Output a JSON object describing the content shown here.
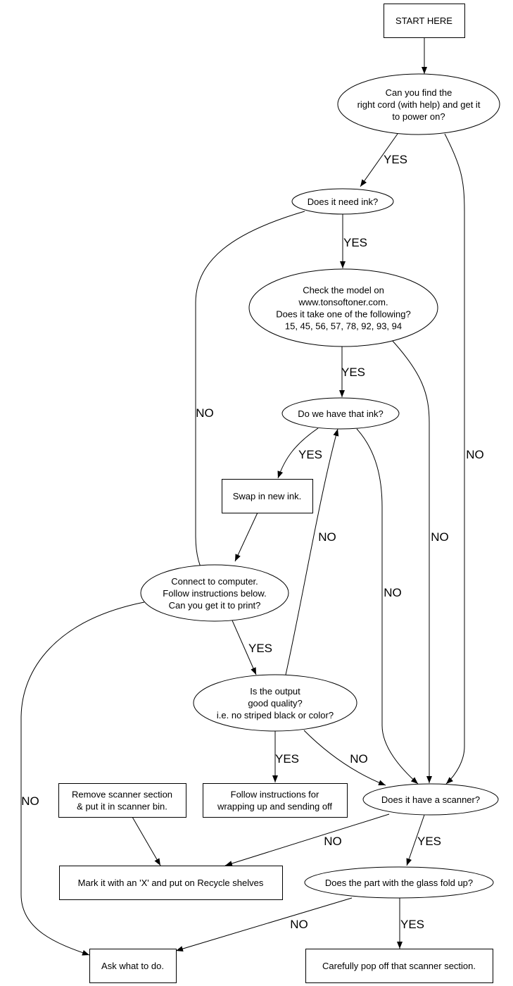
{
  "diagram": {
    "nodes": [
      {
        "id": "start",
        "shape": "box",
        "lines": [
          "START HERE"
        ]
      },
      {
        "id": "q1",
        "shape": "ellipse",
        "lines": [
          "Can you find the",
          "right cord (with help) and get it",
          "to power on?"
        ]
      },
      {
        "id": "ink",
        "shape": "ellipse",
        "lines": [
          "Does it need ink?"
        ]
      },
      {
        "id": "model",
        "shape": "ellipse",
        "lines": [
          "Check the model on",
          "www.tonsoftoner.com.",
          "Does it take one of the following?",
          "15, 45, 56, 57, 78, 92, 93, 94"
        ]
      },
      {
        "id": "haveink",
        "shape": "ellipse",
        "lines": [
          "Do we have that ink?"
        ]
      },
      {
        "id": "swap",
        "shape": "box",
        "lines": [
          "Swap in new ink."
        ]
      },
      {
        "id": "connect",
        "shape": "ellipse",
        "lines": [
          "Connect to computer.",
          "Follow instructions below.",
          "Can you get it to print?"
        ]
      },
      {
        "id": "quality",
        "shape": "ellipse",
        "lines": [
          "Is the output",
          "good quality?",
          "i.e. no striped black or color?"
        ]
      },
      {
        "id": "follow",
        "shape": "box",
        "lines": [
          "Follow instructions for",
          "wrapping up and sending off"
        ]
      },
      {
        "id": "remove",
        "shape": "box",
        "lines": [
          "Remove scanner section",
          "& put it in scanner bin."
        ]
      },
      {
        "id": "scanner",
        "shape": "ellipse",
        "lines": [
          "Does it have a scanner?"
        ]
      },
      {
        "id": "mark",
        "shape": "box",
        "lines": [
          "Mark it with an 'X' and put on Recycle shelves"
        ]
      },
      {
        "id": "glass",
        "shape": "ellipse",
        "lines": [
          "Does the part with the glass fold up?"
        ]
      },
      {
        "id": "ask",
        "shape": "box",
        "lines": [
          "Ask what to do."
        ]
      },
      {
        "id": "carefully",
        "shape": "box",
        "lines": [
          "Carefully pop off that scanner section."
        ]
      }
    ],
    "edges": [
      {
        "from": "start",
        "to": "q1",
        "label": ""
      },
      {
        "from": "q1",
        "to": "ink",
        "label": "YES"
      },
      {
        "from": "q1",
        "to": "scanner",
        "label": "NO"
      },
      {
        "from": "ink",
        "to": "model",
        "label": "YES"
      },
      {
        "from": "ink",
        "to": "connect",
        "label": "NO"
      },
      {
        "from": "model",
        "to": "haveink",
        "label": "YES"
      },
      {
        "from": "model",
        "to": "scanner",
        "label": "NO"
      },
      {
        "from": "haveink",
        "to": "swap",
        "label": "YES"
      },
      {
        "from": "haveink",
        "to": "scanner",
        "label": "NO"
      },
      {
        "from": "swap",
        "to": "connect",
        "label": ""
      },
      {
        "from": "connect",
        "to": "quality",
        "label": "YES"
      },
      {
        "from": "quality",
        "to": "haveink",
        "label": "NO"
      },
      {
        "from": "connect",
        "to": "ask",
        "label": "NO"
      },
      {
        "from": "quality",
        "to": "follow",
        "label": "YES"
      },
      {
        "from": "quality",
        "to": "scanner",
        "label": "NO"
      },
      {
        "from": "remove",
        "to": "mark",
        "label": ""
      },
      {
        "from": "scanner",
        "to": "mark",
        "label": "NO"
      },
      {
        "from": "scanner",
        "to": "glass",
        "label": "YES"
      },
      {
        "from": "glass",
        "to": "ask",
        "label": "NO"
      },
      {
        "from": "glass",
        "to": "carefully",
        "label": "YES"
      }
    ]
  }
}
